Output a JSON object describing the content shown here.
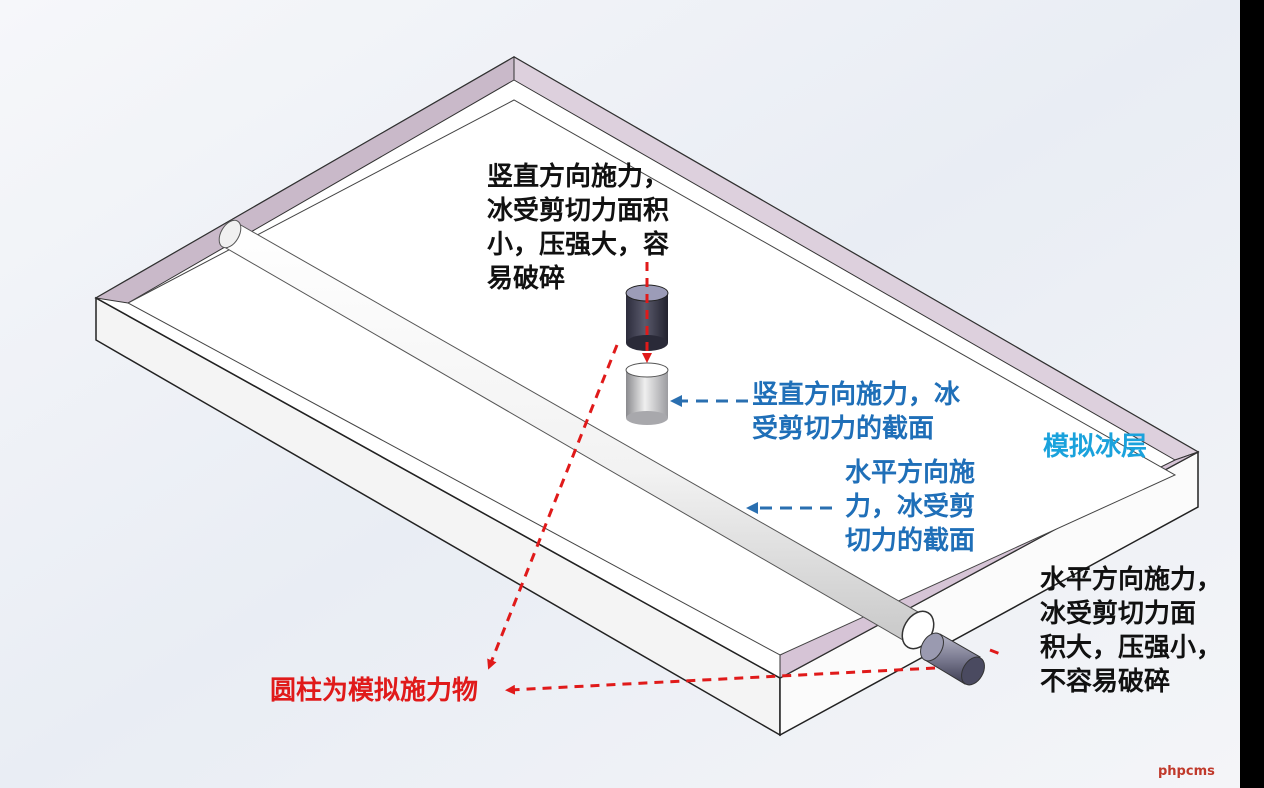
{
  "labels": {
    "vertical_note": "竖直方向施力，\n冰受剪切力面积\n小，压强大，容\n易破碎",
    "vertical_section": "竖直方向施力，冰\n受剪切力的截面",
    "ice_layer": "模拟冰层",
    "horizontal_section": "水平方向施\n力，冰受剪\n切力的截面",
    "horizontal_note": "水平方向施力，\n冰受剪切力面\n积大，压强小，\n不容易破碎",
    "cylinder_note": "圆柱为模拟施力物",
    "watermark": "phpcms"
  },
  "colors": {
    "background_top": "#e8ecf3",
    "tray_side": "#fafafa",
    "tray_inner_wall": "#c8b8c8",
    "ice_surface": "#ffffff",
    "annotation_black": "#111111",
    "annotation_blue": "#1f6fb8",
    "annotation_cyan": "#1aa2dc",
    "red_arrow": "#e01a1a",
    "blue_arrow": "#2a6fb0"
  }
}
